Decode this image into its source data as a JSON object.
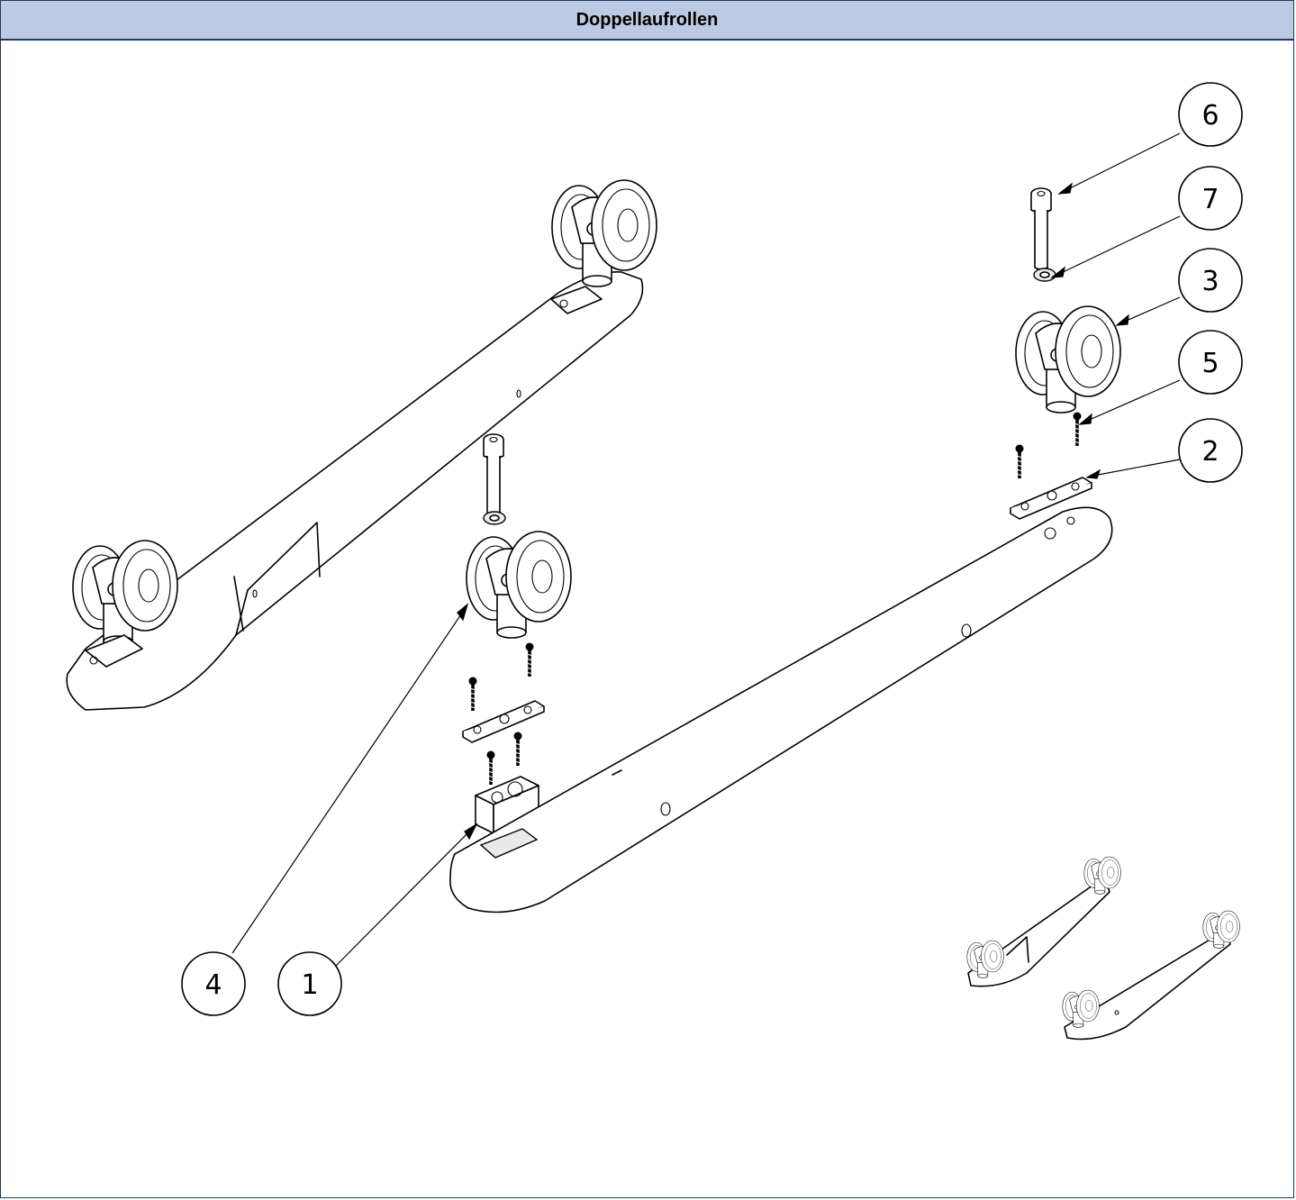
{
  "header": {
    "title": "Doppellaufrollen"
  },
  "callouts": [
    {
      "id": "c1",
      "label": "1"
    },
    {
      "id": "c2",
      "label": "2"
    },
    {
      "id": "c3",
      "label": "3"
    },
    {
      "id": "c4",
      "label": "4"
    },
    {
      "id": "c5",
      "label": "5"
    },
    {
      "id": "c6",
      "label": "6"
    },
    {
      "id": "c7",
      "label": "7"
    }
  ],
  "colors": {
    "header_bg": "#bccbe3",
    "border": "#1f3a5c"
  }
}
